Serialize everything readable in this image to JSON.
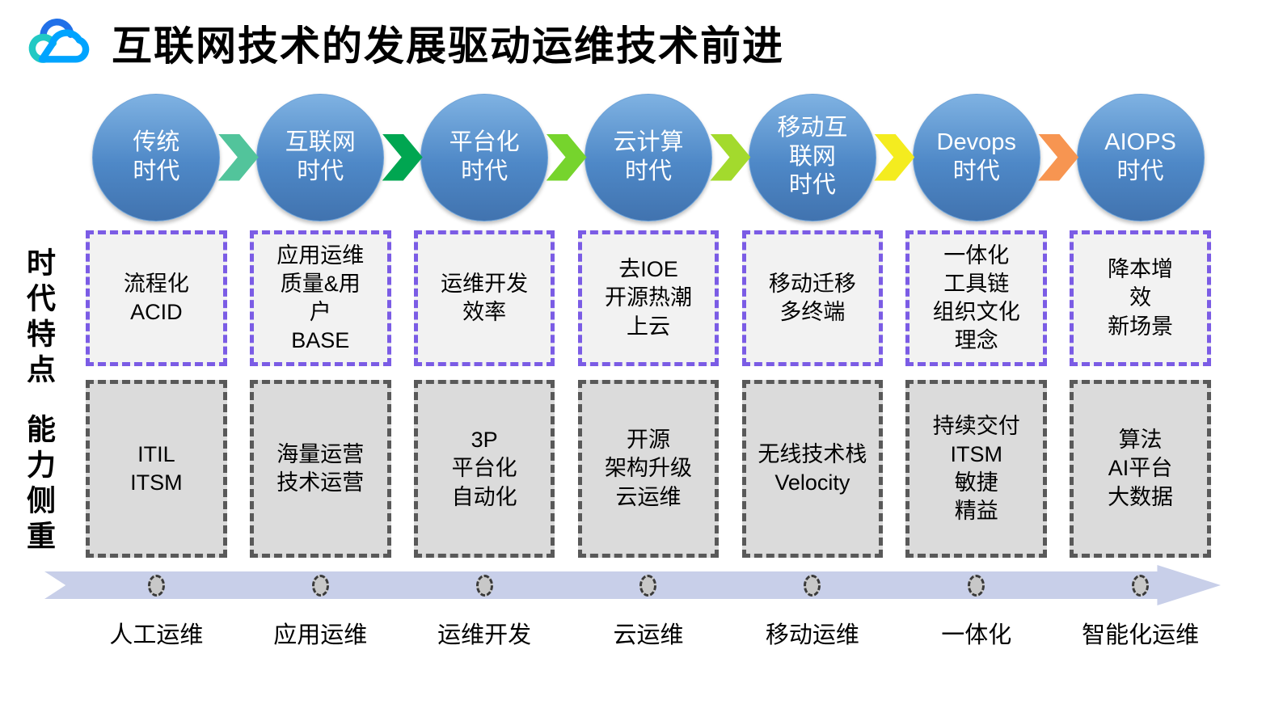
{
  "header": {
    "title": "互联网技术的发展驱动运维技术前进",
    "logo": "tencent-cloud-logo"
  },
  "row_labels": {
    "features": "时代特点",
    "capabilities": "能力侧重"
  },
  "columns": [
    {
      "era": "传统\n时代",
      "feature": "流程化\nACID",
      "capability": "ITIL\nITSM",
      "stage": "人工运维"
    },
    {
      "era": "互联网\n时代",
      "feature": "应用运维\n质量&用\n户\nBASE",
      "capability": "海量运营\n技术运营",
      "stage": "应用运维"
    },
    {
      "era": "平台化\n时代",
      "feature": "运维开发\n效率",
      "capability": "3P\n平台化\n自动化",
      "stage": "运维开发"
    },
    {
      "era": "云计算\n时代",
      "feature": "去IOE\n开源热潮\n上云",
      "capability": "开源\n架构升级\n云运维",
      "stage": "云运维"
    },
    {
      "era": "移动互\n联网\n时代",
      "feature": "移动迁移\n多终端",
      "capability": "无线技术栈\nVelocity",
      "stage": "移动运维"
    },
    {
      "era": "Devops\n时代",
      "feature": "一体化\n工具链\n组织文化\n理念",
      "capability": "持续交付\nITSM\n敏捷\n精益",
      "stage": "一体化"
    },
    {
      "era": "AIOPS\n时代",
      "feature": "降本增\n效\n新场景",
      "capability": "算法\nAI平台\n大数据",
      "stage": "智能化运维"
    }
  ],
  "arrows": [
    {
      "color": "#52C49B"
    },
    {
      "color": "#00A651"
    },
    {
      "color": "#76D42D"
    },
    {
      "color": "#A3DA2D"
    },
    {
      "color": "#F4EC1F"
    },
    {
      "color": "#F79551"
    }
  ],
  "colors": {
    "circle_fill": "#4E88C7",
    "circle_text": "#ffffff",
    "feature_border": "#7B5CE5",
    "feature_bg": "#F2F2F2",
    "capability_border": "#595959",
    "capability_bg": "#DBDBDB",
    "timeline_band": "#C8CFE9",
    "logo_dark_blue": "#2170E8",
    "logo_teal": "#21C9C4",
    "logo_light_blue": "#00A4FF"
  }
}
